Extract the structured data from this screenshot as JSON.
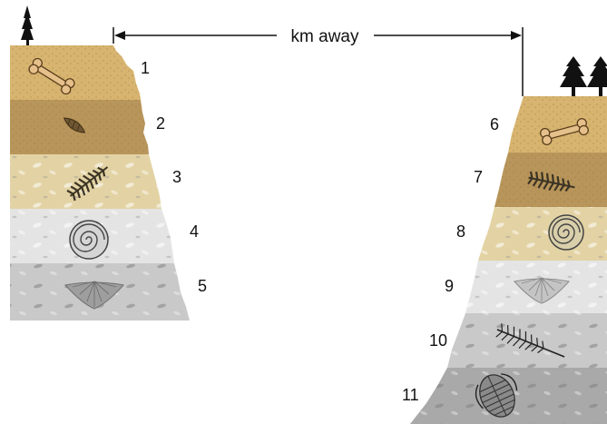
{
  "distance_label": "km away",
  "left_column": {
    "layers": [
      {
        "number": "1",
        "fossil": "bone-icon",
        "color": "#d7b46f"
      },
      {
        "number": "2",
        "fossil": "shell-icon",
        "color": "#b8955a"
      },
      {
        "number": "3",
        "fossil": "fern-icon",
        "color": "#e3d3a4"
      },
      {
        "number": "4",
        "fossil": "ammonite-icon",
        "color": "#e4e4e4"
      },
      {
        "number": "5",
        "fossil": "brachiopod-icon",
        "color": "#c9c9c9"
      }
    ]
  },
  "right_column": {
    "layers": [
      {
        "number": "6",
        "fossil": "bone-icon",
        "color": "#d7b46f"
      },
      {
        "number": "7",
        "fossil": "fern-icon",
        "color": "#b8955a"
      },
      {
        "number": "8",
        "fossil": "ammonite-icon",
        "color": "#e3d3a4"
      },
      {
        "number": "9",
        "fossil": "brachiopod-icon",
        "color": "#e4e4e4"
      },
      {
        "number": "10",
        "fossil": "fern-icon",
        "color": "#c9c9c9"
      },
      {
        "number": "11",
        "fossil": "trilobite-icon",
        "color": "#a9a9a9"
      }
    ]
  }
}
